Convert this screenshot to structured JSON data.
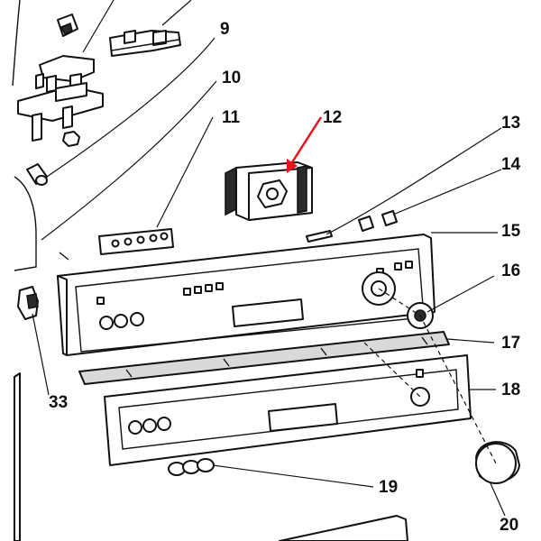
{
  "callouts": [
    {
      "id": "c9",
      "label": "9"
    },
    {
      "id": "c10",
      "label": "10"
    },
    {
      "id": "c11",
      "label": "11"
    },
    {
      "id": "c12",
      "label": "12"
    },
    {
      "id": "c13",
      "label": "13"
    },
    {
      "id": "c14",
      "label": "14"
    },
    {
      "id": "c15",
      "label": "15"
    },
    {
      "id": "c16",
      "label": "16"
    },
    {
      "id": "c17",
      "label": "17"
    },
    {
      "id": "c18",
      "label": "18"
    },
    {
      "id": "c19",
      "label": "19"
    },
    {
      "id": "c20",
      "label": "20"
    },
    {
      "id": "c33",
      "label": "33"
    }
  ],
  "highlight": {
    "target": "12",
    "arrow_color": "#e8141b"
  },
  "colors": {
    "line": "#111111",
    "shade": "#d9d9d9",
    "background": "#ffffff"
  }
}
